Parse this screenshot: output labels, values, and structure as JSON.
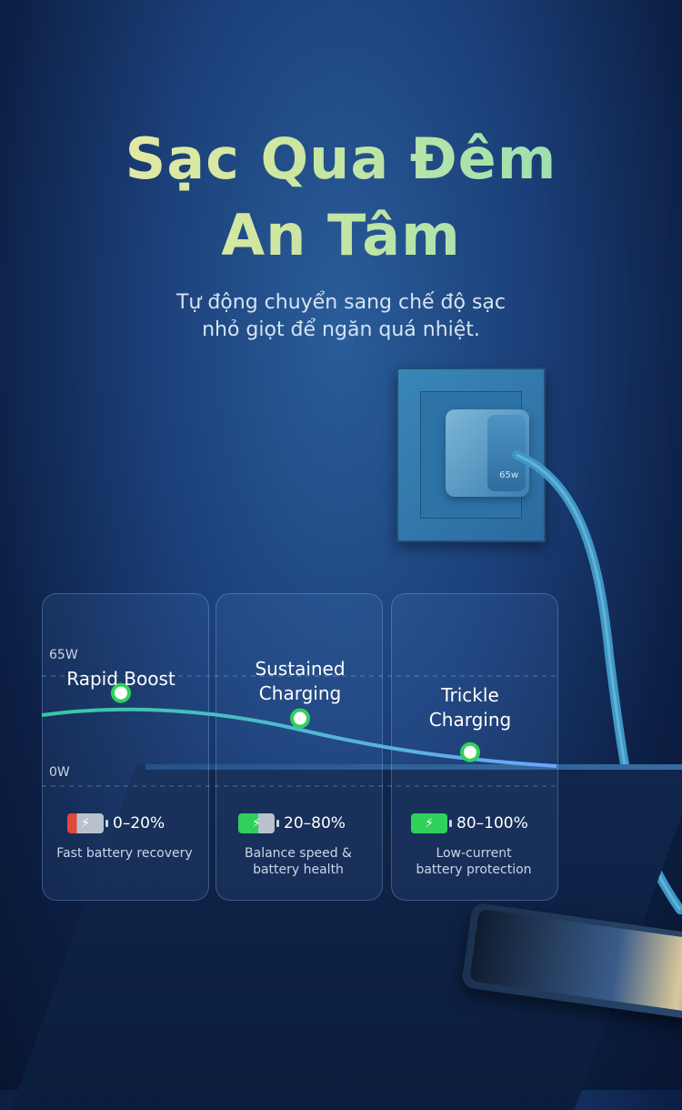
{
  "hero": {
    "title_line1": "Sạc Qua Đêm",
    "title_line2": "An Tâm",
    "subtitle_line1": "Tự động chuyển sang chế độ sạc",
    "subtitle_line2": "nhỏ giọt để ngăn quá nhiệt."
  },
  "product": {
    "charger_label": "65w"
  },
  "chart": {
    "axis_top": "65W",
    "axis_bottom": "0W"
  },
  "stages": [
    {
      "title": "Rapid Boost",
      "range": "0–20%",
      "battery_level": 0.2,
      "description": "Fast battery recovery"
    },
    {
      "title_line1": "Sustained",
      "title_line2": "Charging",
      "range": "20–80%",
      "battery_level": 0.55,
      "description_line1": "Balance speed &",
      "description_line2": "battery health"
    },
    {
      "title_line1": "Trickle",
      "title_line2": "Charging",
      "range": "80–100%",
      "battery_level": 1.0,
      "description_line1": "Low-current",
      "description_line2": "battery protection"
    }
  ],
  "chart_data": {
    "type": "line",
    "ylim": [
      0,
      65
    ],
    "y_unit": "W",
    "categories": [
      "Rapid Boost",
      "Sustained Charging",
      "Trickle Charging"
    ],
    "values": [
      55,
      40,
      20
    ]
  },
  "colors": {
    "title_gradient_start": "#f2eaa6",
    "title_gradient_end": "#88ddb7",
    "curve_start": "#38c9a0",
    "curve_end": "#6aa7ff",
    "battery_low": "#e2473b",
    "battery_ok": "#2fd15a"
  }
}
